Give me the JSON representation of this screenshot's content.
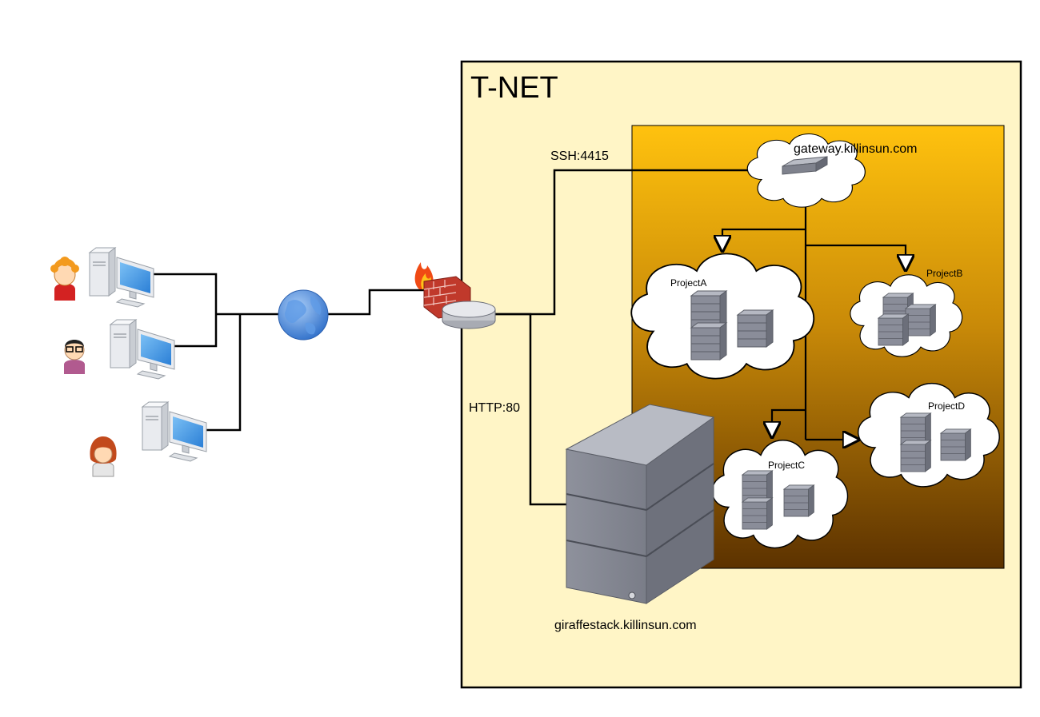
{
  "network": {
    "title": "T-NET",
    "ssh_label": "SSH:4415",
    "http_label": "HTTP:80",
    "gateway_label": "gateway.killinsun.com",
    "main_server_label": "giraffestack.killinsun.com",
    "projects": {
      "a": "ProjectA",
      "b": "ProjectB",
      "c": "ProjectC",
      "d": "ProjectD"
    }
  },
  "colors": {
    "tnet_fill": "#fff5c6",
    "cluster_top": "#ffc20e",
    "cluster_bottom": "#5c3200",
    "globe": "#4b8ce2",
    "server_gray": "#8a8d99"
  },
  "icons": [
    "user-orange-icon",
    "user-glasses-icon",
    "user-woman-icon",
    "desktop-pc-icon",
    "globe-icon",
    "firewall-icon",
    "router-icon",
    "switch-icon",
    "cloud-icon",
    "server-rack-icon",
    "tower-server-icon"
  ]
}
